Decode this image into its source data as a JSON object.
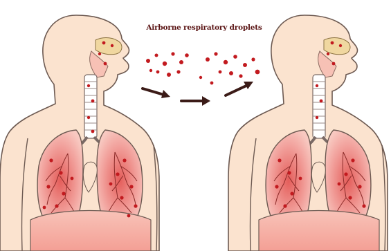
{
  "title": "Airborne respiratory droplets",
  "colors": {
    "skin": "#fbe3cf",
    "skin_outline": "#6d5a52",
    "lung": "#f3a6a0",
    "lung_dark": "#e0706b",
    "droplet": "#c21a1f",
    "arrow": "#3b1b17",
    "nasal": "#f0d7a0",
    "trachea": "#ffffff"
  },
  "figures": [
    {
      "id": "source-person",
      "role": "emitter"
    },
    {
      "id": "recipient-person",
      "role": "receiver"
    }
  ],
  "arrows": [
    {
      "id": "arrow-left",
      "direction": "right-down"
    },
    {
      "id": "arrow-middle",
      "direction": "right"
    },
    {
      "id": "arrow-right",
      "direction": "right-up"
    }
  ]
}
